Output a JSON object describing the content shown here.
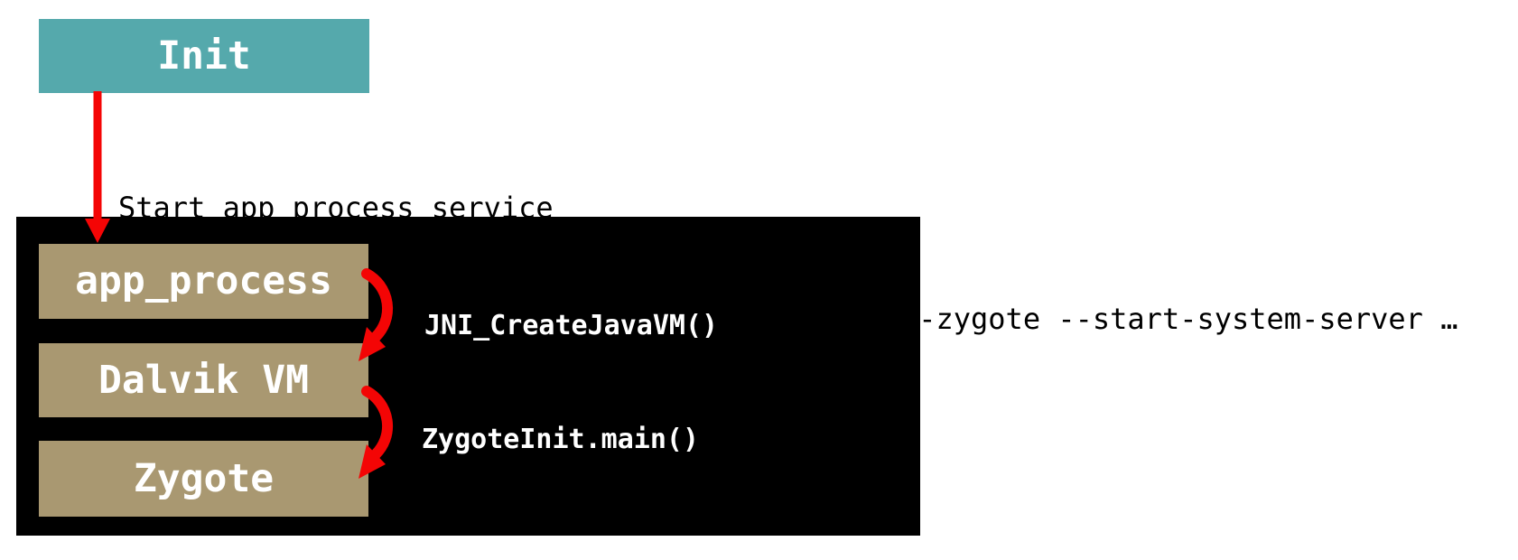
{
  "diagram": {
    "init_box": {
      "label": "Init"
    },
    "start_annotation": {
      "line1": "Start app_process service",
      "line2": "/system/bin/app_process -Xzygote /system/bin --zygote --start-system-server …"
    },
    "process_boxes": [
      {
        "label": "app_process"
      },
      {
        "label": "Dalvik VM"
      },
      {
        "label": "Zygote"
      }
    ],
    "call_labels": [
      {
        "label": "JNI_CreateJavaVM()"
      },
      {
        "label": "ZygoteInit.main()"
      }
    ]
  },
  "colors": {
    "teal": "#55a9ac",
    "tan": "#a99871",
    "red": "#f40505",
    "panel_black": "#000000",
    "text_white": "#ffffff",
    "text_black": "#000000",
    "background": "#ffffff"
  }
}
